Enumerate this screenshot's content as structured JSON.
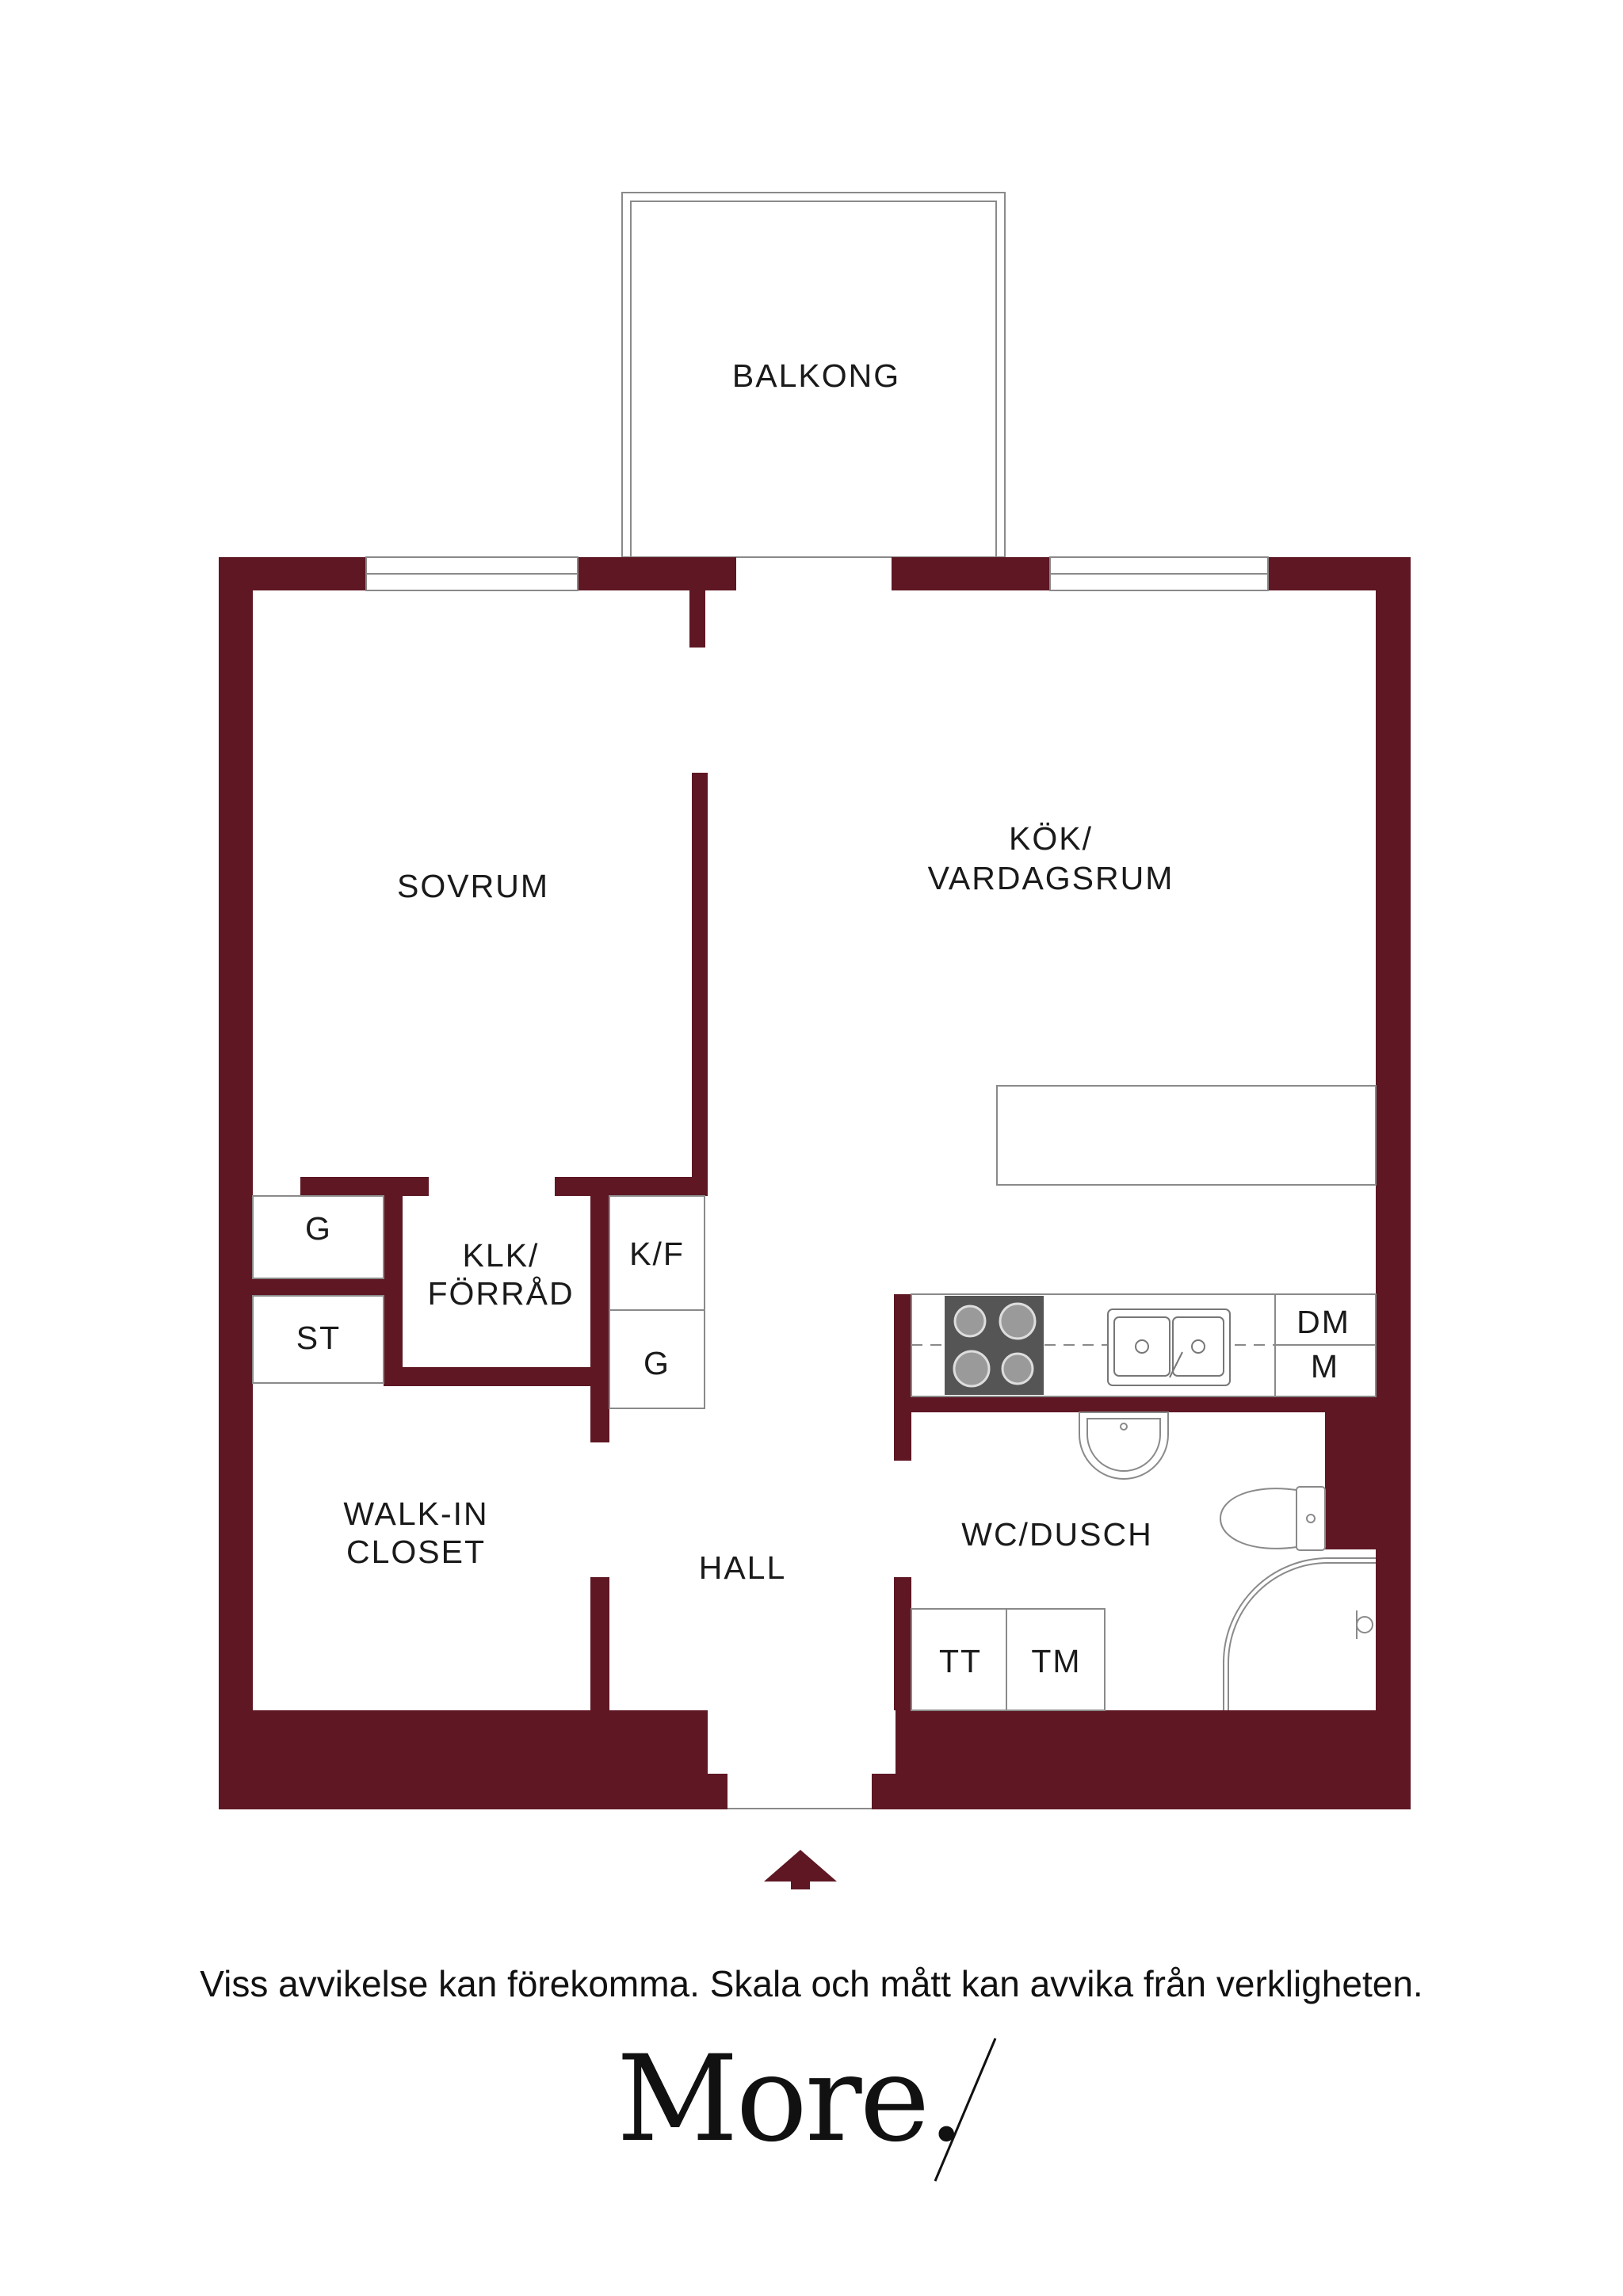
{
  "colors": {
    "wall": "#5e1723",
    "fixture_line": "#8a8a8a",
    "text": "#1a1a1a",
    "background": "#ffffff"
  },
  "rooms": {
    "balkong": "BALKONG",
    "sovrum": "SOVRUM",
    "kok_line1": "KÖK/",
    "kok_line2": "VARDAGSRUM",
    "g_top": "G",
    "st": "ST",
    "klk_line1": "KLK/",
    "klk_line2": "FÖRRÅD",
    "kf": "K/F",
    "g_hall": "G",
    "dm_line1": "DM",
    "dm_line2": "M",
    "walkin_line1": "WALK-IN",
    "walkin_line2": "CLOSET",
    "hall": "HALL",
    "wc": "WC/DUSCH",
    "tt": "TT",
    "tm": "TM"
  },
  "disclaimer": "Viss avvikelse kan förekomma. Skala och mått kan avvika från verkligheten.",
  "logo": {
    "text": "More."
  },
  "icons": {
    "entrance": "entrance-arrow-icon",
    "stove": "stove-icon",
    "sink": "kitchen-sink-icon",
    "washbasin": "washbasin-icon",
    "toilet": "toilet-icon",
    "shower": "shower-icon"
  }
}
